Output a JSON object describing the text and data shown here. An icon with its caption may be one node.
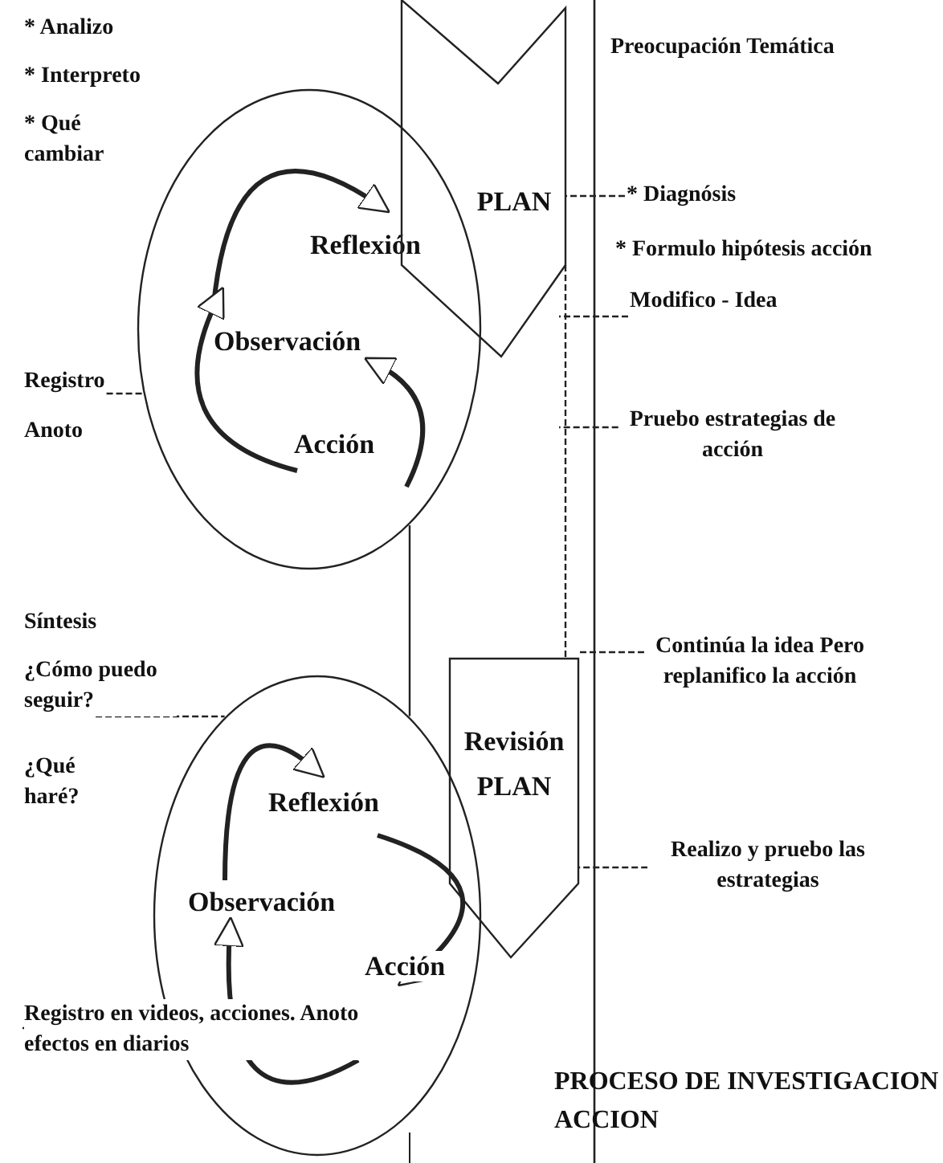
{
  "diagram": {
    "caption": "PROCESO DE INVESTIGACION ACCION",
    "nodes": [
      {
        "text": [
          "Reflexión",
          "Observación",
          "Acción"
        ]
      },
      {
        "text": [
          "PLAN"
        ]
      },
      {
        "text": [
          "* Diagnósis"
        ]
      },
      {
        "text": [
          "Modifico - Idea"
        ]
      },
      {
        "text": [
          "Registro",
          "Anoto"
        ]
      },
      {
        "text": [
          "Pruebo estrategias de acción"
        ]
      },
      {
        "text": [
          "Continúa la idea Pero replanifico la acción"
        ]
      },
      {
        "text": [
          "Reflexión",
          "Observación",
          "Acción"
        ]
      },
      {
        "text": [
          "Revisión PLAN"
        ]
      },
      {
        "text": [
          "¿Cómo puedo seguir?"
        ]
      },
      {
        "text": [
          "Realizo y pruebo las estrategias"
        ]
      },
      {
        "text": [
          "Registro en videos, acciones. Anoto efectos en diarios"
        ]
      }
    ],
    "edges": [
      {
        "from": 2,
        "to": 1,
        "arrow": "none",
        "style": "dashed"
      },
      {
        "from": 3,
        "to": null,
        "arrow": "none",
        "style": "dashed"
      },
      {
        "from": 4,
        "to": 0,
        "arrow": "none",
        "style": "dashed"
      },
      {
        "from": 5,
        "to": null,
        "arrow": "none",
        "style": "dashed"
      },
      {
        "from": 6,
        "to": 8,
        "arrow": "none",
        "style": "dashed"
      },
      {
        "from": 9,
        "to": 7,
        "arrow": "none",
        "style": "dashed"
      },
      {
        "from": 10,
        "to": 8,
        "arrow": "none",
        "style": "dashed"
      },
      {
        "from": 11,
        "to": 7,
        "arrow": "none",
        "style": "dashed"
      },
      {
        "from": 0,
        "to": 7,
        "arrow": "none"
      },
      {
        "from": 1,
        "to": 8,
        "arrow": "none",
        "style": "dashed"
      }
    ],
    "labels": [
      "* Analizo",
      "* Interpreto",
      "* Qué cambiar",
      "Preocupación Temática",
      "* Formulo hipótesis acción",
      "Síntesis",
      "¿Qué haré?"
    ]
  }
}
